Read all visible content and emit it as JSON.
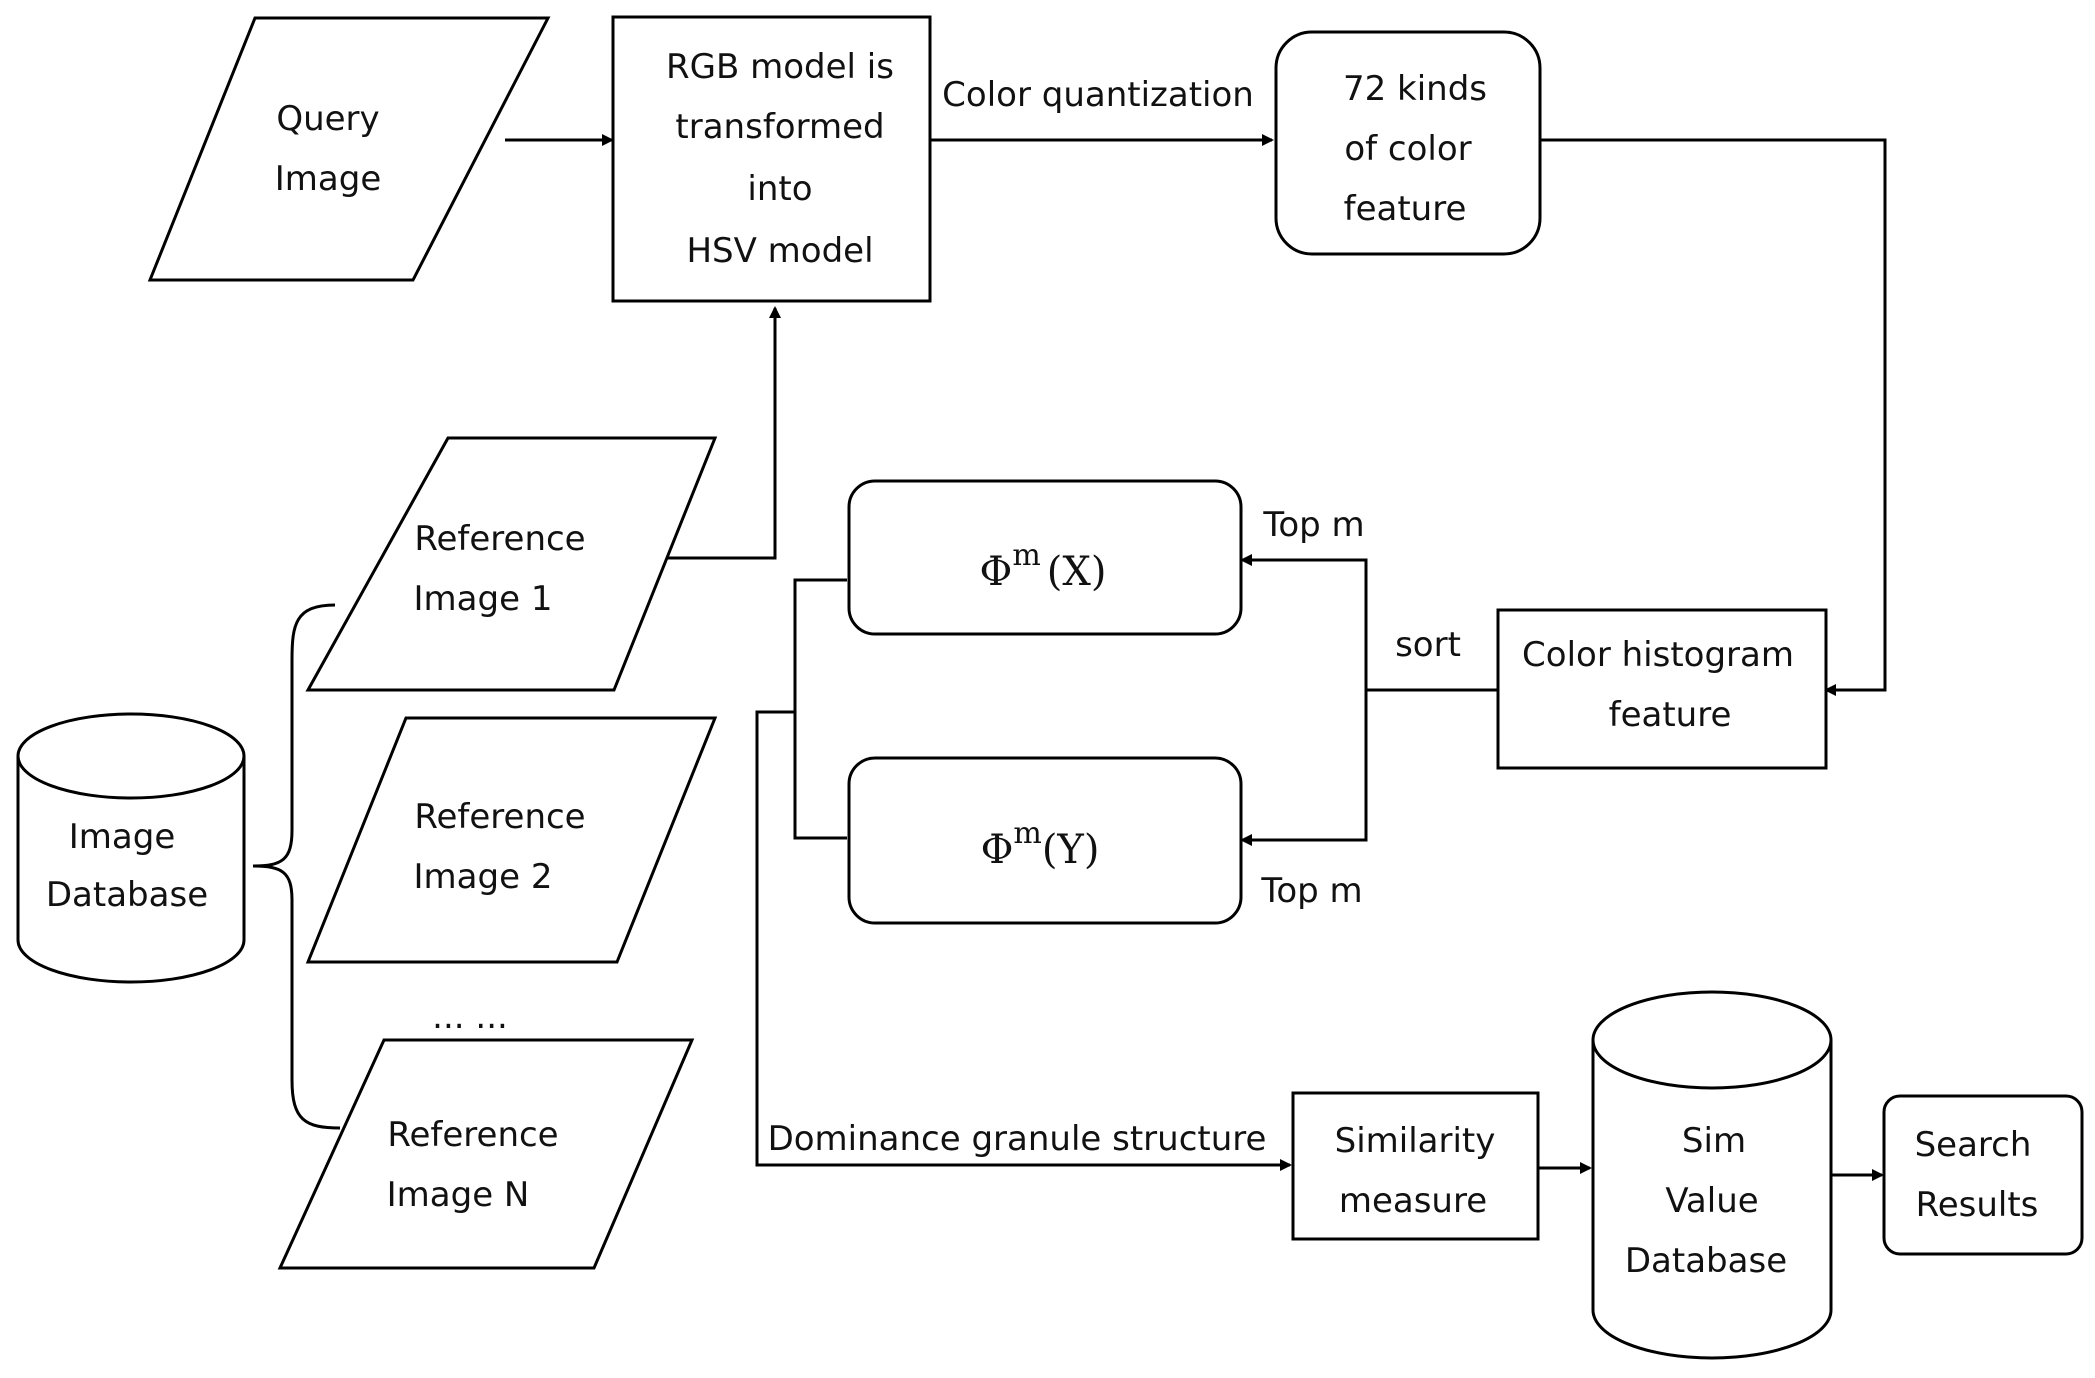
{
  "nodes": {
    "query_image": [
      "Query",
      "Image"
    ],
    "rgb_hsv": [
      "RGB model is",
      "transformed",
      "into",
      "HSV model"
    ],
    "color_kinds": [
      "72 kinds",
      "of color",
      "feature"
    ],
    "reference_1": [
      "Reference",
      "Image 1"
    ],
    "reference_2": [
      "Reference",
      "Image 2"
    ],
    "reference_n": [
      "Reference",
      "Image N"
    ],
    "ellipsis": "... ...",
    "image_database": [
      "Image",
      "Database"
    ],
    "phi_x": {
      "base": "Φ",
      "sup": "m",
      "arg": "(X)"
    },
    "phi_y": {
      "base": "Φ",
      "sup": "m",
      "arg": "(Y)"
    },
    "color_histogram": [
      "Color histogram",
      "feature"
    ],
    "similarity_measure": [
      "Similarity",
      "measure"
    ],
    "sim_value_database": [
      "Sim",
      "Value",
      "Database"
    ],
    "search_results": [
      "Search",
      "Results"
    ]
  },
  "edges": {
    "color_quantization": "Color  quantization",
    "top_m_upper": "Top m",
    "top_m_lower": "Top m",
    "sort": "sort",
    "dominance": "Dominance granule structure"
  }
}
